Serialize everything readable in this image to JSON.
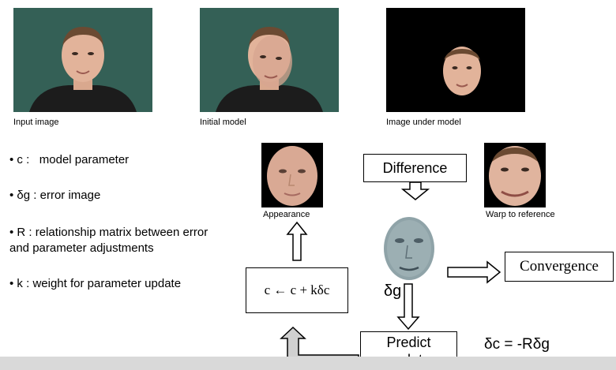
{
  "captions": {
    "input_image": "Input image",
    "initial_model": "Initial model",
    "image_under_model": "Image under model",
    "appearance": "Appearance",
    "warp_to_reference": "Warp to reference"
  },
  "bullets": [
    {
      "symbol": "c :",
      "text": "model parameter"
    },
    {
      "symbol": "δg :",
      "text": "error image"
    },
    {
      "symbol": "R :",
      "text": "relationship matrix between error and parameter adjustments"
    },
    {
      "symbol": "k :",
      "text": "weight for parameter update"
    }
  ],
  "boxes": {
    "difference": "Difference",
    "convergence": "Convergence",
    "update_rule": "c ← c + kδc",
    "predict_update": "Predict update"
  },
  "labels": {
    "dg": "δg",
    "formula": "δc = -Rδg"
  },
  "colors": {
    "photo_background": "#2f5a50",
    "black_background": "#000000",
    "skin": "#e2b39a",
    "residual": "#8fa3a8",
    "return_arrow_fill": "#d0d0d0"
  }
}
